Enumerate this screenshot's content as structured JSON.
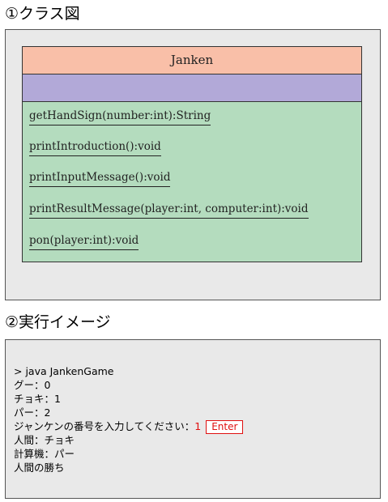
{
  "headings": {
    "class_diagram": "①クラス図",
    "execution": "②実行イメージ"
  },
  "uml": {
    "class_name": "Janken",
    "attributes": [],
    "operations": [
      "getHandSign(number:int):String",
      "printIntroduction():void",
      "printInputMessage():void",
      "printResultMessage(player:int, computer:int):void",
      "pon(player:int):void"
    ],
    "colors": {
      "name_bg": "#f9bfa8",
      "attributes_bg": "#b2a9d8",
      "operations_bg": "#b4dcbe"
    }
  },
  "console": {
    "command": "> java JankenGame",
    "lines": [
      "グー：0",
      "チョキ：1",
      "パー：2"
    ],
    "prompt": "ジャンケンの番号を入力してください：",
    "input_value": "1",
    "enter_key": "Enter",
    "result_lines": [
      "人間：チョキ",
      "計算機：パー",
      "人間の勝ち"
    ],
    "highlight_color": "#e01010"
  }
}
